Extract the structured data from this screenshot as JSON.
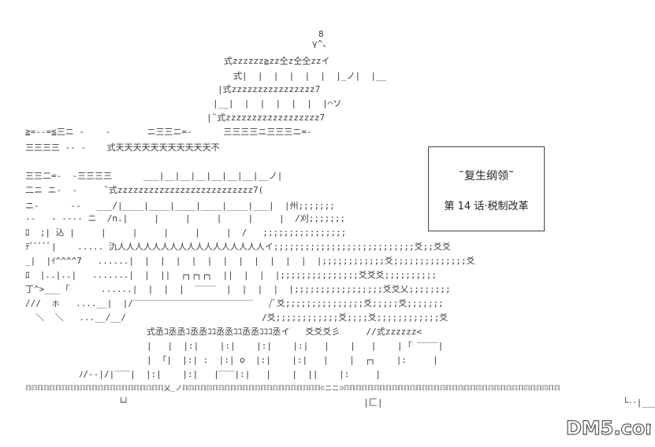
{
  "sign": {
    "title": "˜复生纲领˜",
    "episode": "第 14 话·税制改革"
  },
  "watermark": {
    "text": "DM5.com"
  },
  "art_lines": [
    "8",
    "γ^、",
    "式zzzzzz≧zz仝z仝仝zzイ",
    "式|  |  |  |  |  |  |_ノ|  |__",
    "|式zzzzzzzzzzzzzzzz7",
    "|__|  |  |  |  |  |  |⌒ソ",
    "|˜式zzzzzzzzzzzzzzzzzz7",
    "≧=-‐=≦三ニ -    -       ニ三三ニ=‐      三三三三ニ三三三ニ=‐",
    "三三三三 -‐ -    式天天天天天天天天天天天不",
    "三三二=-  -三三三三      ___|__|__|__|__|__|__|__ノ|",
    "二ニ ニ‐  -     ˜式zzzzzzzzzzzzzzzzzzzzzzzzzz7(",
    "ニ-      --   ___/|____|____|____|____|____|___|  |州;;;;;;;",
    "--   - ---- ニ  /n.|     |     |     |     |     |  /刈;;;;;;;",
    "ﾛ  ;| 込 |     |     |     |     |     |  /   ;;;;;;;;;;;;;;;;",
    "ﾃﾞﾞﾞﾞﾞ|    ..... 氿人人人人人人人人人人人人人人人人人イ;;;;;;;;;;;;;;;;;;;;;;;;;;;爻;;爻爻",
    "_|  |ｲ^^^^7   ......|  |  |  |  |  |  |  |  |  |  |  |  |;;;;;;;;;;;;爻;;;;;;;;;;;;;;爻",
    "ﾛ  |..|..|   .......|  |  ||  ┌┐┌┐┌┐  ||  |  |  |;;;;;;;;;;;;;;;爻爻爻;;;;;;;;;;",
    "丁^>___ ｢      ......|  |  |  |  ‾‾‾‾  |  |  |  |  |;;;;;;;;;;;;;;;;;爻爻乂;;;;;;;;",
    "///  ㇹ   ....__|  |/‾‾‾‾‾‾‾‾‾‾‾‾‾‾‾‾‾‾‾‾‾‾‾   /ﾞ爻;;;;;;;;;;;;;;;爻;;;;;爻;;;;;;;",
    "  ＼  ＼   ...__/__/                          /爻;;;;;;;;;;;;爻;;;;爻;;;;;;;;;;;;爻",
    "式丞ｺ丞丞ｺ丞丞ｺｺ丞丞ｺｺ丞丞ｺｺｺ丞イ   爻爻爻彡     //式zzzzzz<",
    "|   |  |:|    |:|    |:|    |:|   |    |   |    | ｢ ‾‾‾‾|",
    "|  ｢|  |:| :  |:| o  |:|    |:|   |    |  ┌┐    |:     |",
    "ﾉ/--|/|‾‾‾|  |:|    |:|   |‾‾‾|:|   |    |  ||    |:     |",
    "ℿℿℿℿℿℿℿℿℿℿℿℿℿℿℿℿℿℿℿℿℿℿℿ乂_ノℿℿℿℿℿℿℿℿℿℿℿℿℿℿℿℿℿℿℿℿℿℿℿ⊂ニニ⊃ℿℿℿℿℿℿℿℿℿℿℿℿℿℿℿℿℿℿℿℿℿℿℿℿℿℿℿℿℿℿℿℿℿℿℿℿ",
    "└┘                                             |匚|                                              └‥|____"
  ]
}
